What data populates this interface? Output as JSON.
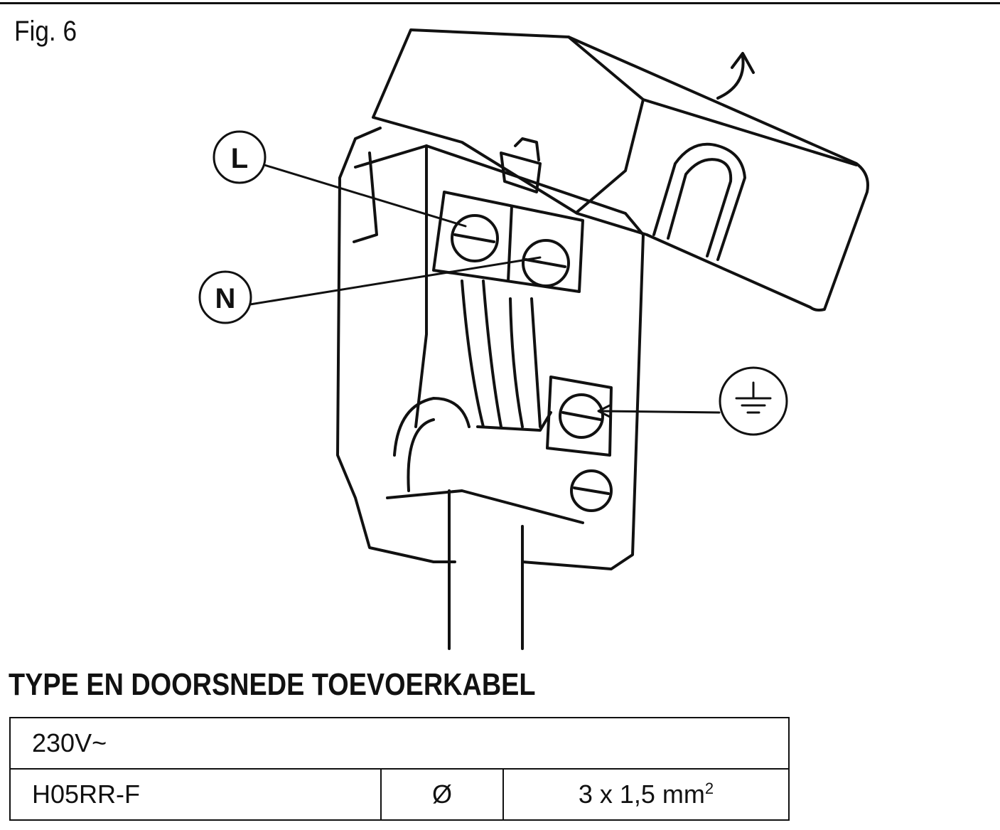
{
  "figure": {
    "label": "Fig. 6"
  },
  "terminals": {
    "live": "L",
    "neutral": "N",
    "earth_icon": "earth-ground-icon"
  },
  "heading": "TYPE EN DOORSNEDE TOEVOERKABEL",
  "table": {
    "voltage": "230V~",
    "cable_type": "H05RR-F",
    "diameter_symbol": "Ø",
    "cross_section": "3 x 1,5 mm",
    "cross_section_exponent": "2"
  }
}
